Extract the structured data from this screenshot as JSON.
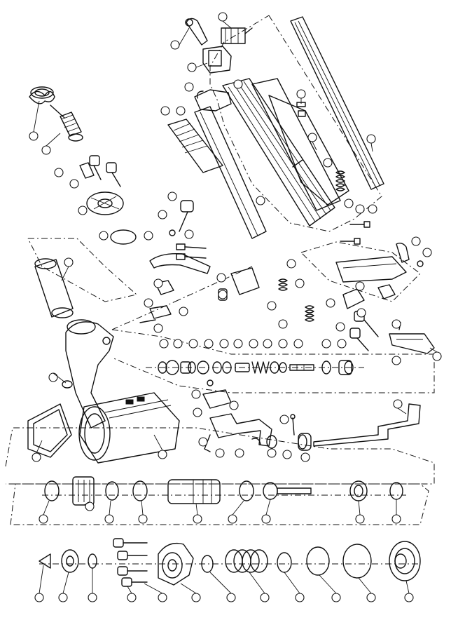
{
  "colors": {
    "ink": "#111111",
    "background": "#ffffff"
  },
  "diagram": {
    "kind": "exploded-parts-view",
    "callouts": [
      {
        "id": "c-top-1"
      },
      {
        "id": "c-top-2"
      },
      {
        "id": "c-top-3"
      },
      {
        "id": "c-top-4"
      },
      {
        "id": "c-top-5"
      },
      {
        "id": "c-top-6"
      },
      {
        "id": "c-top-7"
      },
      {
        "id": "c-top-8"
      },
      {
        "id": "c-rail-1"
      },
      {
        "id": "c-rail-2"
      },
      {
        "id": "c-rail-3"
      },
      {
        "id": "c-rail-4"
      },
      {
        "id": "c-spring-1"
      },
      {
        "id": "c-spring-2"
      },
      {
        "id": "c-spring-3"
      },
      {
        "id": "c-spring-4"
      },
      {
        "id": "c-left-1"
      },
      {
        "id": "c-left-2"
      },
      {
        "id": "c-left-3"
      },
      {
        "id": "c-left-4"
      },
      {
        "id": "c-mid-1"
      },
      {
        "id": "c-mid-2"
      },
      {
        "id": "c-mid-3"
      },
      {
        "id": "c-mid-4"
      },
      {
        "id": "c-row1-1"
      },
      {
        "id": "c-row1-2"
      },
      {
        "id": "c-row1-3"
      },
      {
        "id": "c-row1-4"
      },
      {
        "id": "c-row1-5"
      },
      {
        "id": "c-row1-6"
      },
      {
        "id": "c-row1-7"
      },
      {
        "id": "c-row1-8"
      },
      {
        "id": "c-row1-9"
      },
      {
        "id": "c-row1-10"
      },
      {
        "id": "c-row1-11"
      },
      {
        "id": "c-row1-12"
      },
      {
        "id": "c-trig-1"
      },
      {
        "id": "c-trig-2"
      },
      {
        "id": "c-trig-3"
      },
      {
        "id": "c-trig-4"
      },
      {
        "id": "c-row2-1"
      },
      {
        "id": "c-row2-2"
      },
      {
        "id": "c-row2-3"
      },
      {
        "id": "c-row2-4"
      },
      {
        "id": "c-row2-5"
      },
      {
        "id": "c-row2-6"
      },
      {
        "id": "c-row2-7"
      },
      {
        "id": "c-row2-8"
      },
      {
        "id": "c-row3-1"
      },
      {
        "id": "c-row3-2"
      },
      {
        "id": "c-row3-3"
      },
      {
        "id": "c-row3-4"
      },
      {
        "id": "c-row3-5"
      },
      {
        "id": "c-row3-6"
      },
      {
        "id": "c-row3-7"
      },
      {
        "id": "c-row3-8"
      },
      {
        "id": "c-row3-9"
      },
      {
        "id": "c-row3-10"
      },
      {
        "id": "c-row3-11"
      },
      {
        "id": "c-row3-12"
      }
    ]
  }
}
